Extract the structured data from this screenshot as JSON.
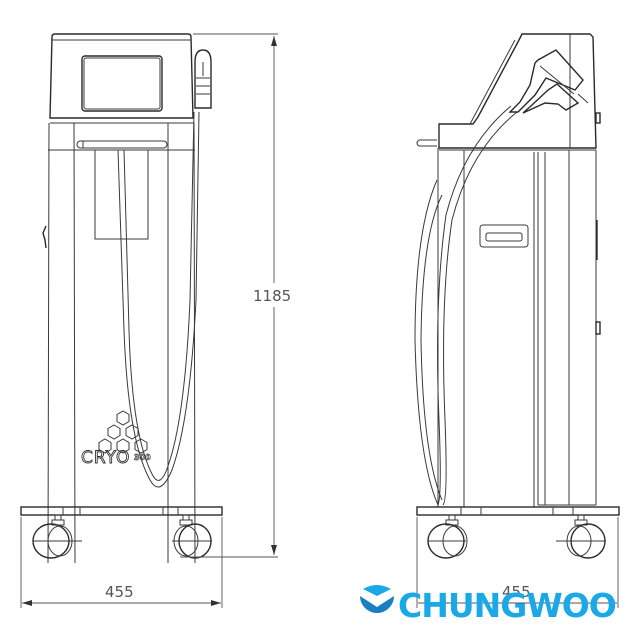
{
  "drawing": {
    "title": "CRYO 300 device technical drawing",
    "views": [
      {
        "name": "front-view"
      },
      {
        "name": "side-view"
      }
    ],
    "dimensions": {
      "height_label": "1185",
      "front_width_label": "455",
      "side_width_label": "455"
    },
    "device_logo": {
      "main": "CRYO",
      "suffix": "300"
    }
  },
  "brand": {
    "name": "CHUNGWOO",
    "color": "#1aa9e6",
    "icon_color": "#1a7fc1"
  }
}
